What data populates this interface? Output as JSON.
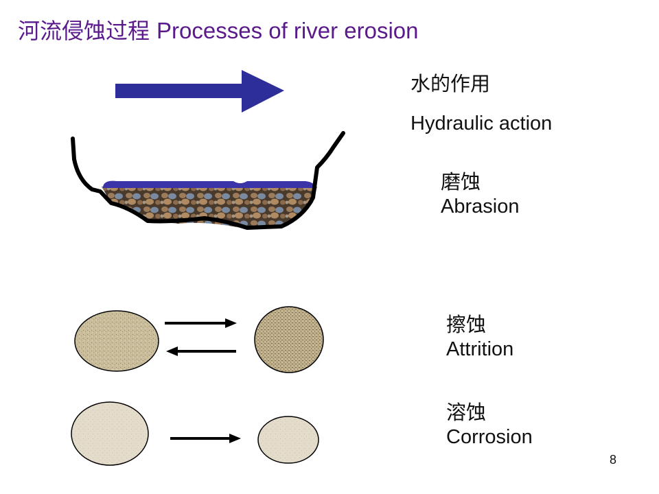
{
  "title": {
    "cn": "河流侵蚀过程",
    "en": "Processes of river erosion"
  },
  "processes": [
    {
      "cn": "水的作用",
      "en": "Hydraulic action"
    },
    {
      "cn": "磨蚀",
      "en": "Abrasion"
    },
    {
      "cn": "擦蚀",
      "en": "Attrition"
    },
    {
      "cn": "溶蚀",
      "en": "Corrosion"
    }
  ],
  "page_number": "8",
  "colors": {
    "title": "#5a1a8c",
    "flow_arrow": "#2e2e9a",
    "water": "#3a34a8",
    "riverbank": "#000000",
    "sediment_rock": "#c8bb99",
    "dissolved_rock": "#e4dccb"
  },
  "icons": [
    "flow-arrow-icon",
    "river-channel-icon",
    "rock-icon",
    "arrow-right-icon",
    "arrow-left-icon"
  ]
}
